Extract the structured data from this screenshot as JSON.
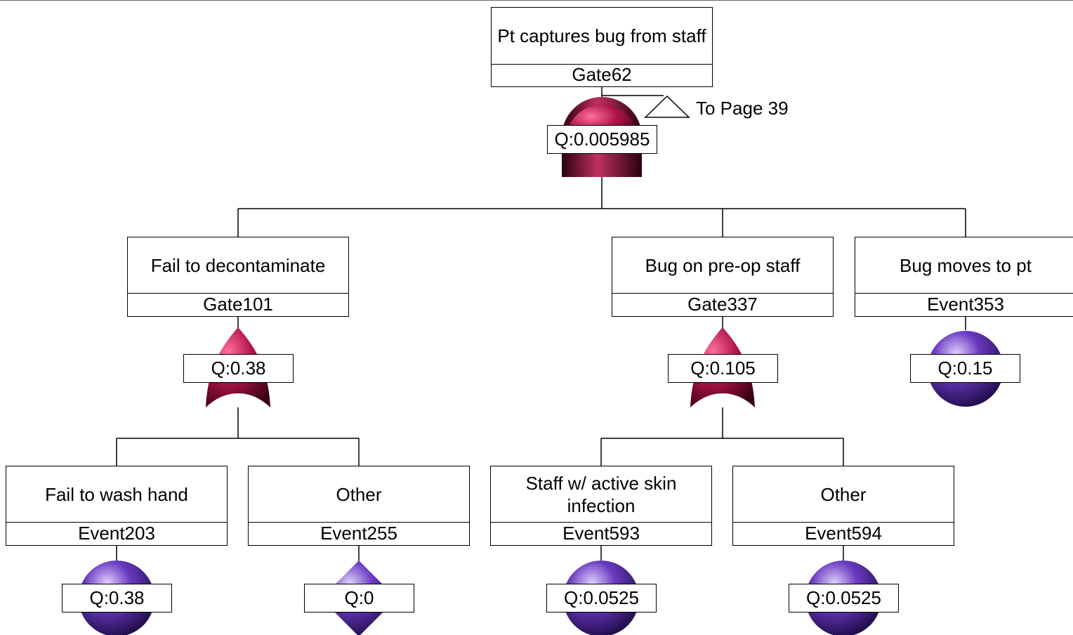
{
  "transfer_label": "To Page 39",
  "colors": {
    "gate": "#b0144a",
    "event": "#5a2fa8",
    "line": "#000000"
  },
  "nodes": {
    "gate62": {
      "desc": "Pt captures bug from staff",
      "id": "Gate62",
      "q": "Q:0.005985",
      "symbol": "and-gate"
    },
    "gate101": {
      "desc": "Fail to decontaminate",
      "id": "Gate101",
      "q": "Q:0.38",
      "symbol": "or-gate"
    },
    "gate337": {
      "desc": "Bug on pre-op staff",
      "id": "Gate337",
      "q": "Q:0.105",
      "symbol": "or-gate"
    },
    "event353": {
      "desc": "Bug moves to pt",
      "id": "Event353",
      "q": "Q:0.15",
      "symbol": "basic-event"
    },
    "event203": {
      "desc": "Fail to wash hand",
      "id": "Event203",
      "q": "Q:0.38",
      "symbol": "basic-event"
    },
    "event255": {
      "desc": "Other",
      "id": "Event255",
      "q": "Q:0",
      "symbol": "undeveloped-event"
    },
    "event593": {
      "desc": "Staff w/ active skin infection",
      "id": "Event593",
      "q": "Q:0.0525",
      "symbol": "basic-event"
    },
    "event594": {
      "desc": "Other",
      "id": "Event594",
      "q": "Q:0.0525",
      "symbol": "basic-event"
    }
  }
}
